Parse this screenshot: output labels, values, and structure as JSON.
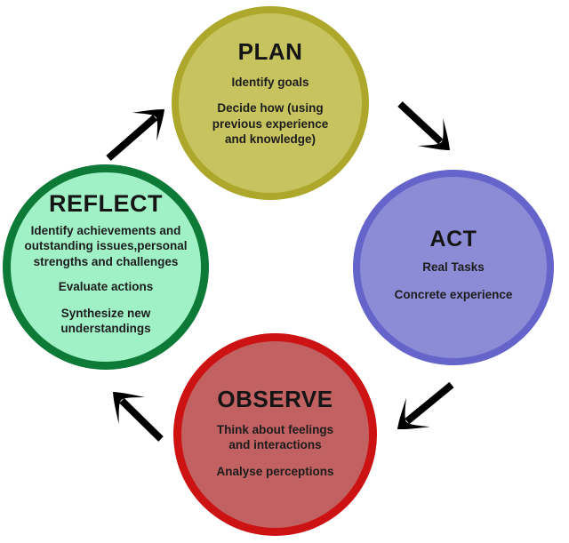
{
  "diagram": {
    "type": "cycle-diagram",
    "background_color": "#ffffff",
    "arrow_color": "#000000",
    "nodes": [
      {
        "id": "plan",
        "label": "PLAN",
        "items": [
          "Identify goals",
          "Decide how (using previous experience and knowledge)"
        ],
        "fill": "#c7c35f",
        "border": "#ada72c"
      },
      {
        "id": "act",
        "label": "ACT",
        "items": [
          "Real Tasks",
          "Concrete experience"
        ],
        "fill": "#8c8cd6",
        "border": "#6464ca"
      },
      {
        "id": "observe",
        "label": "OBSERVE",
        "items": [
          "Think about feelings and interactions",
          "Analyse perceptions"
        ],
        "fill": "#c26161",
        "border": "#cc1212"
      },
      {
        "id": "reflect",
        "label": "REFLECT",
        "items": [
          "Identify achievements and outstanding issues,personal strengths and challenges",
          "Evaluate actions",
          "Synthesize new understandings"
        ],
        "fill": "#a1f1c7",
        "border": "#0d7a38"
      }
    ],
    "arrows": [
      {
        "from": "PLAN",
        "to": "ACT"
      },
      {
        "from": "ACT",
        "to": "OBSERVE"
      },
      {
        "from": "OBSERVE",
        "to": "REFLECT"
      },
      {
        "from": "REFLECT",
        "to": "PLAN"
      }
    ]
  }
}
